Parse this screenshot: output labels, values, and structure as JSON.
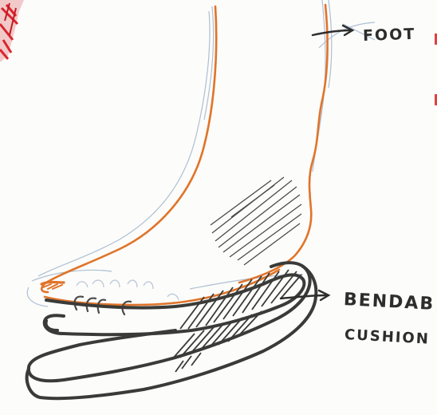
{
  "labels": {
    "foot": "FOOT",
    "bendable": "BENDAB",
    "cushion": "CUSHION"
  },
  "colors": {
    "paper": "#fcfcfa",
    "foot_outline": "#e0742a",
    "pencil_guides": "#aebfd4",
    "cushion_ink": "#3a3b38",
    "label_ink": "#2d2d2d",
    "red_marks": "#d8262e"
  }
}
